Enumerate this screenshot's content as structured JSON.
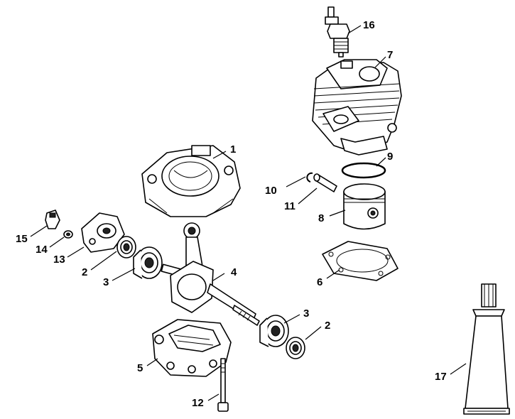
{
  "labels": {
    "p1": "1",
    "p2a": "2",
    "p2b": "2",
    "p3a": "3",
    "p3b": "3",
    "p4": "4",
    "p5": "5",
    "p6": "6",
    "p7": "7",
    "p8": "8",
    "p9": "9",
    "p10": "10",
    "p11": "11",
    "p12": "12",
    "p13": "13",
    "p14": "14",
    "p15": "15",
    "p16": "16",
    "p17": "17"
  }
}
